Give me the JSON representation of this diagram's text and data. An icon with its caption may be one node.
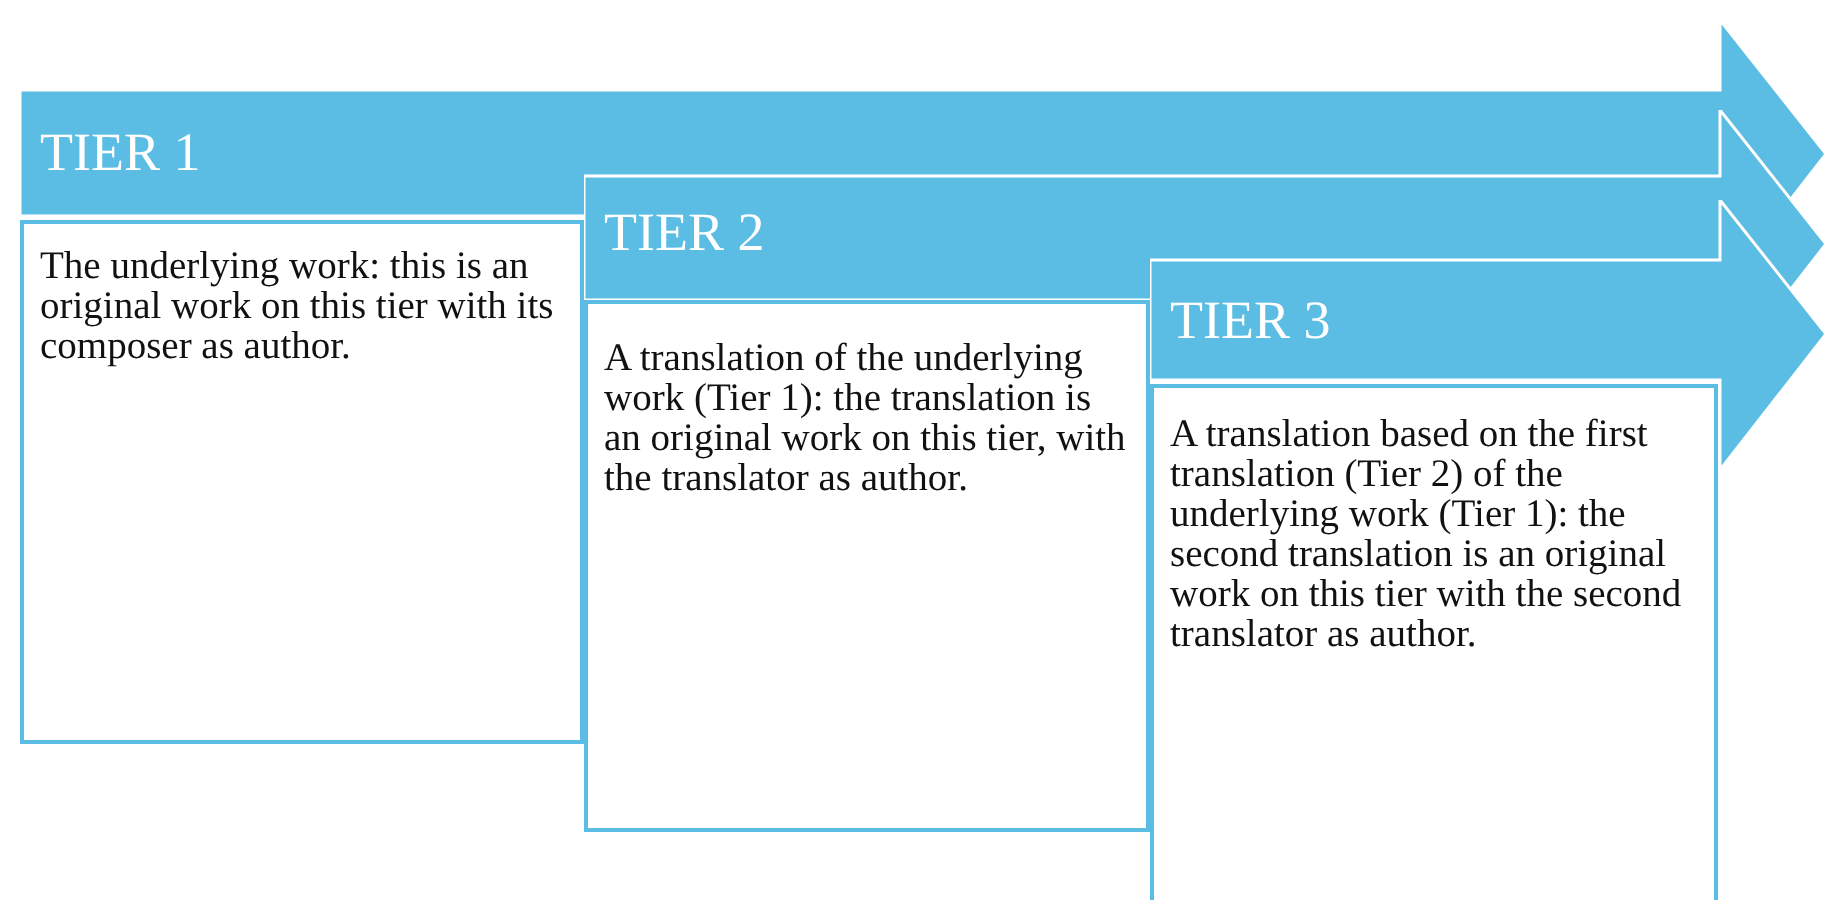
{
  "diagram": {
    "nodes": [
      {
        "text": [
          "TIER 1"
        ]
      },
      {
        "text": [
          "The underlying work: this is an original work on this tier with its composer as author."
        ]
      },
      {
        "text": [
          "TIER 2"
        ]
      },
      {
        "text": [
          "A translation of the underlying work (Tier 1): the translation is an original work on this tier, with the translator as author."
        ]
      },
      {
        "text": [
          "TIER 3"
        ]
      },
      {
        "text": [
          "A translation based on the first translation (Tier 2) of the underlying work (Tier 1): the second translation is an original work on this tier with the second translator as author."
        ]
      }
    ]
  }
}
